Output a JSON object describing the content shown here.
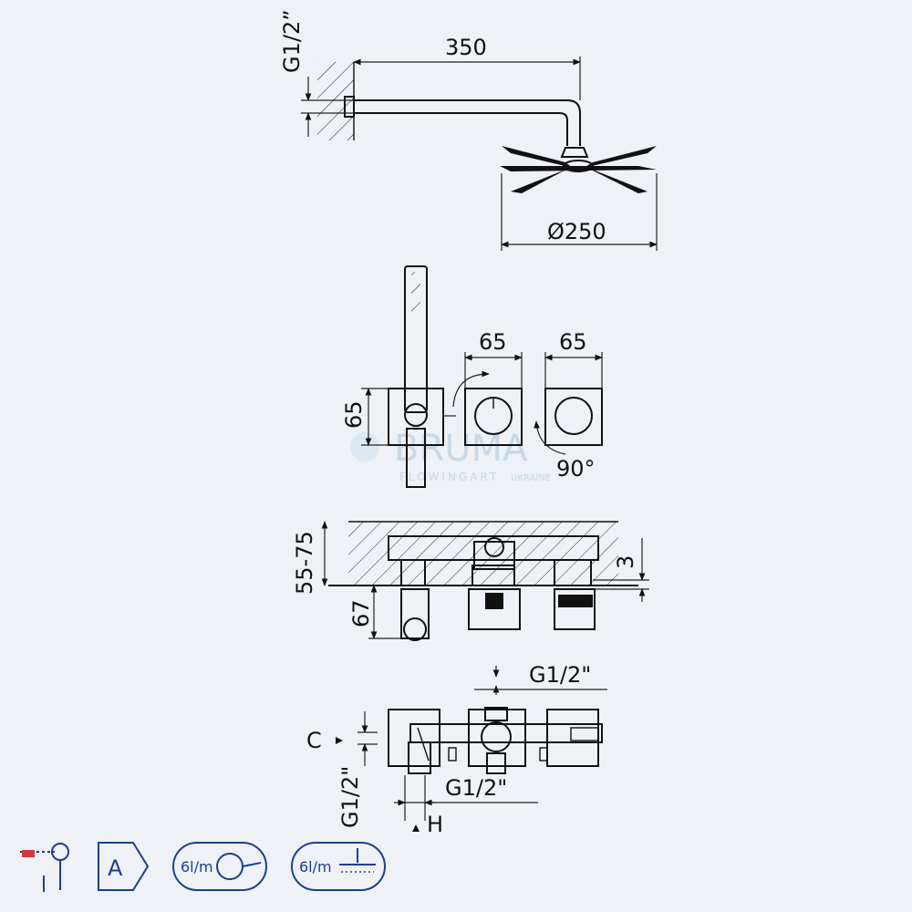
{
  "dimensions": {
    "arm_length": "350",
    "arm_thread": "G1/2”",
    "head_diameter": "Ø250",
    "control_width_a": "65",
    "control_width_b": "65",
    "control_height": "65",
    "rotation": "90°",
    "wall_depth": "55-75",
    "spout_offset": "67",
    "plate_thickness": "3",
    "thread_top": "G1/2\"",
    "thread_bottom": "G1/2\"",
    "thread_left": "G1/2\"",
    "label_c": "C",
    "label_h": "H"
  },
  "watermark": {
    "brand": "BRUMA",
    "tagline": "FLOWINGART",
    "region": "UKRAINE"
  },
  "badges": {
    "class_label": "A",
    "flow_hand": "6l/m",
    "flow_head": "6l/m"
  },
  "icons": [
    "mixer-icon",
    "efficiency-class-icon",
    "hand-shower-flow-icon",
    "head-shower-flow-icon"
  ]
}
